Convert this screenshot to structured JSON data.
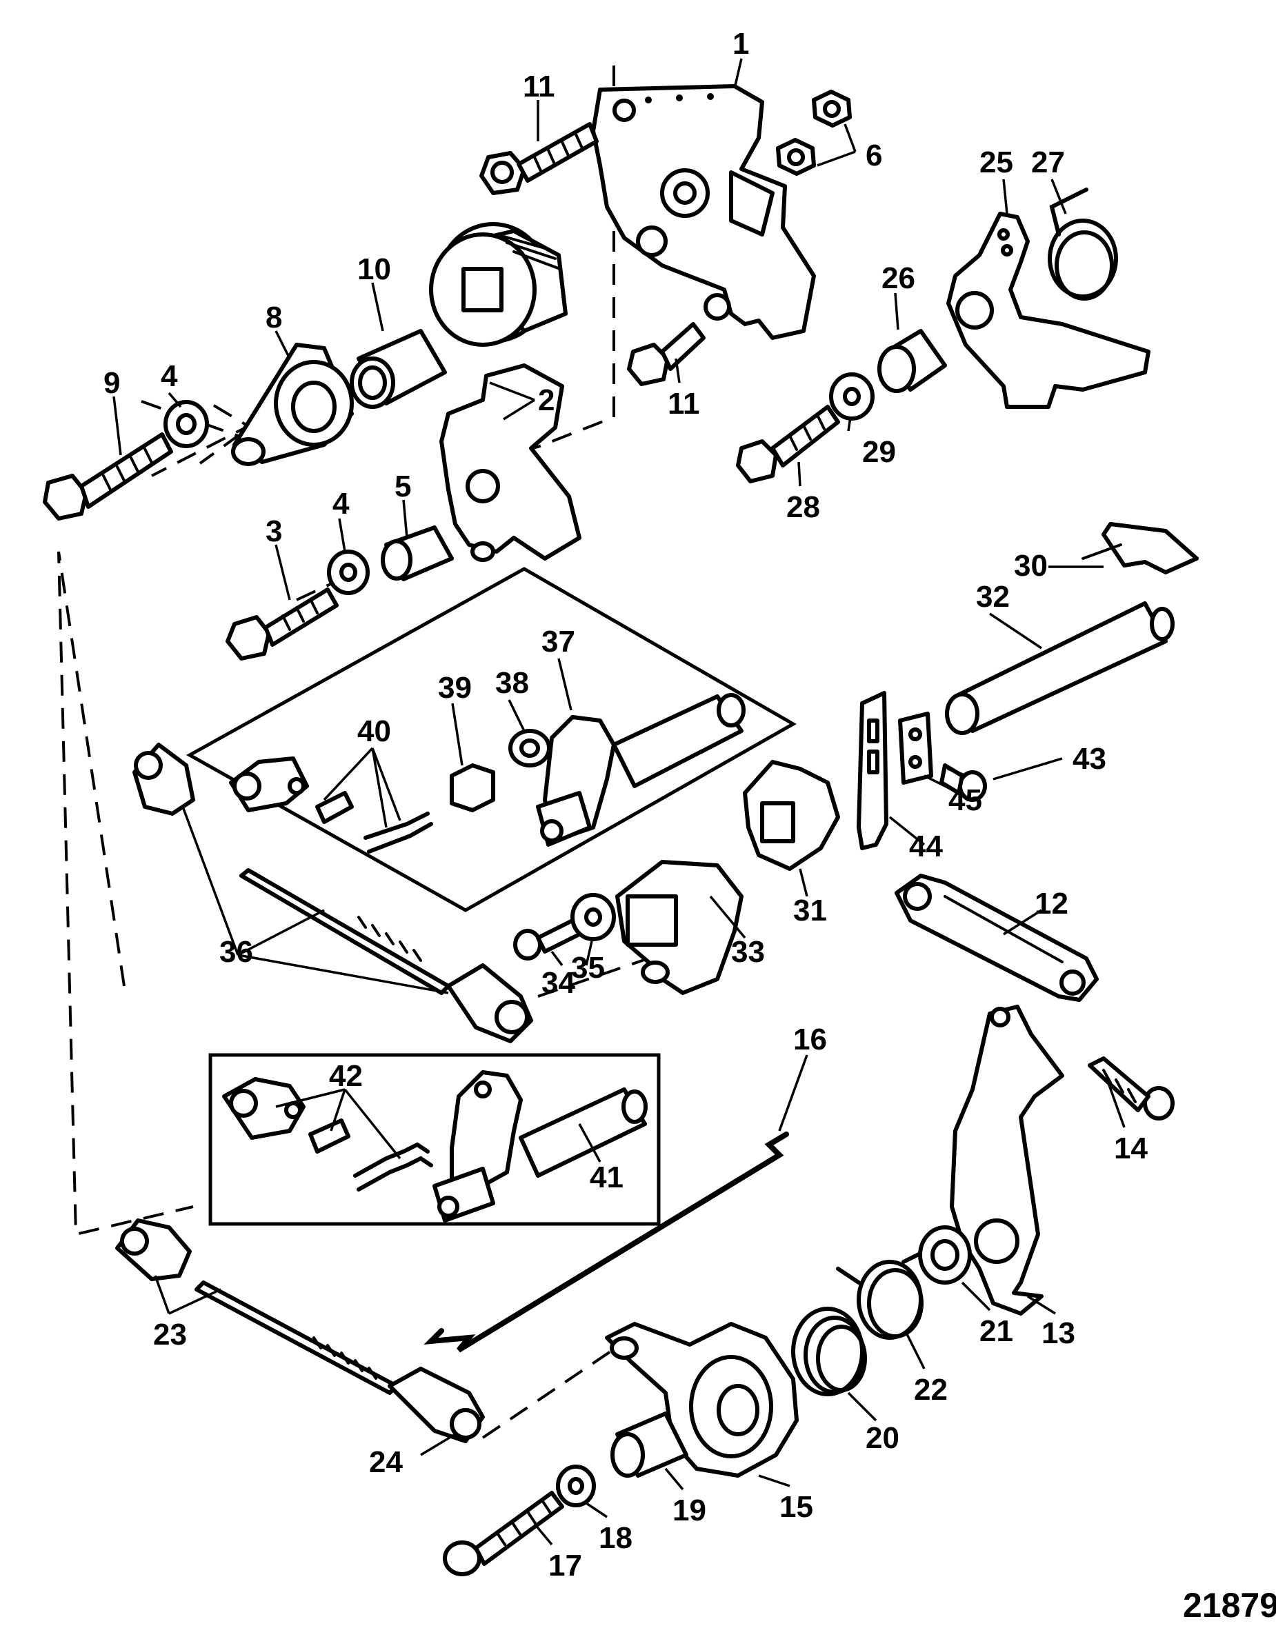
{
  "figure_id": "21879",
  "callouts": {
    "c1": "1",
    "c2": "2",
    "c3": "3",
    "c4a": "4",
    "c4b": "4",
    "c5": "5",
    "c6": "6",
    "c8": "8",
    "c9": "9",
    "c10": "10",
    "c11a": "11",
    "c11b": "11",
    "c12": "12",
    "c13": "13",
    "c14": "14",
    "c15": "15",
    "c16": "16",
    "c17": "17",
    "c18": "18",
    "c19": "19",
    "c20": "20",
    "c21": "21",
    "c22": "22",
    "c23": "23",
    "c24": "24",
    "c25": "25",
    "c26": "26",
    "c27": "27",
    "c28": "28",
    "c29": "29",
    "c30": "30",
    "c31": "31",
    "c32": "32",
    "c33": "33",
    "c34": "34",
    "c35": "35",
    "c36": "36",
    "c37": "37",
    "c38": "38",
    "c39": "39",
    "c40": "40",
    "c41": "41",
    "c42": "42",
    "c43": "43",
    "c44": "44",
    "c45": "45"
  }
}
